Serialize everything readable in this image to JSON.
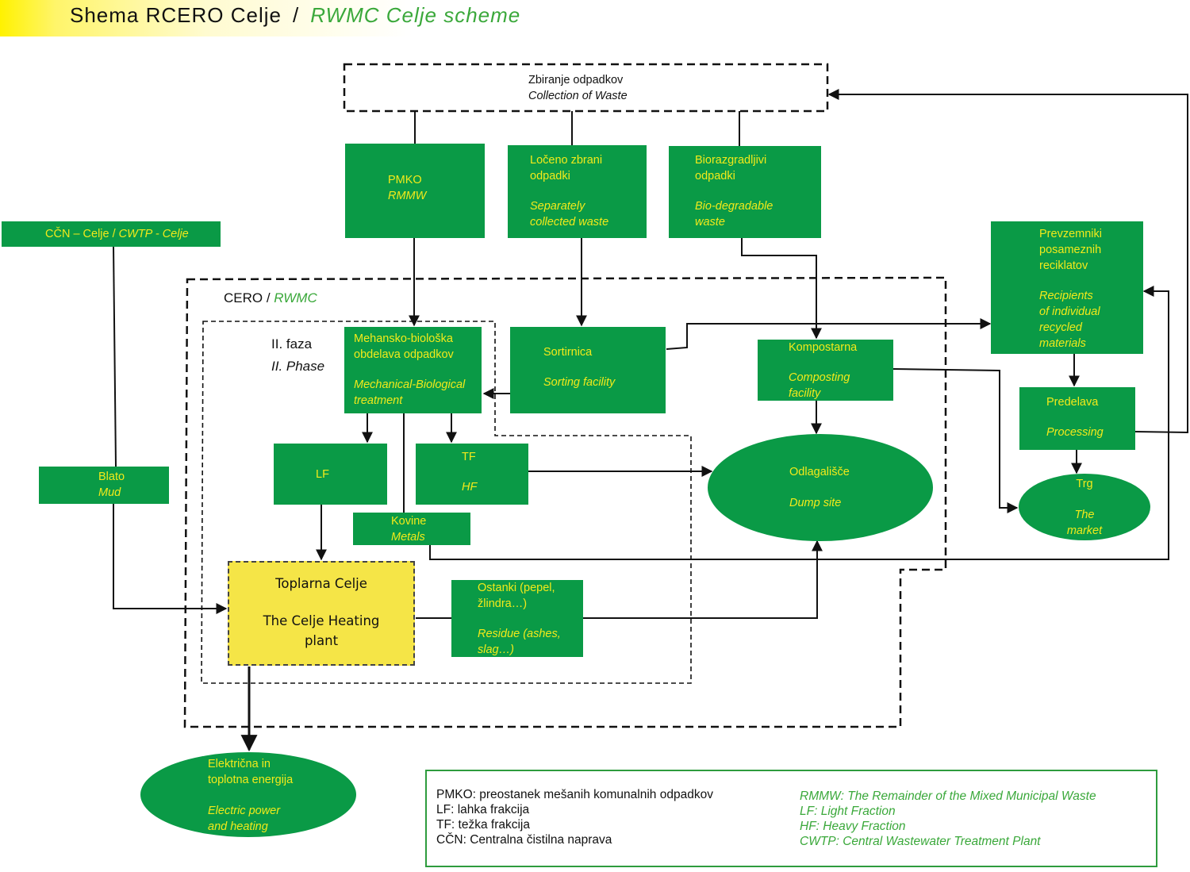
{
  "title": {
    "sl": "Shema  RCERO  Celje",
    "sep": "/",
    "en": "RWMC  Celje  scheme"
  },
  "colors": {
    "box_fill": "#0a9a46",
    "box_text": "#f2ea1a",
    "heating_fill": "#f5e547",
    "legend_border": "#2e9c3e",
    "english_text": "#3aa83a",
    "title_bar": "#fff200"
  },
  "collection": {
    "sl": "Zbiranje odpadkov",
    "en": "Collection of Waste"
  },
  "pmko": {
    "sl": "PMKO",
    "en": "RMMW"
  },
  "separate": {
    "sl1": "Ločeno zbrani",
    "sl2": "odpadki",
    "en1": "Separately",
    "en2": "collected waste"
  },
  "bio": {
    "sl1": "Biorazgradljivi",
    "sl2": "odpadki",
    "en1": "Bio-degradable",
    "en2": "waste"
  },
  "ccn": {
    "sl": "CČN – Celje / ",
    "en": "CWTP - Celje"
  },
  "cero": {
    "sl": "CERO / ",
    "en": "RWMC"
  },
  "phase": {
    "sl": "II. faza",
    "en": "II. Phase"
  },
  "mbt": {
    "sl1": "Mehansko-biološka",
    "sl2": "obdelava  odpadkov",
    "en1": "Mechanical-Biological",
    "en2": "treatment"
  },
  "sorting": {
    "sl": "Sortirnica",
    "en": "Sorting facility"
  },
  "compost": {
    "sl": "Kompostarna",
    "en1": "Composting",
    "en2": "facility"
  },
  "recipients": {
    "sl1": "Prevzemniki",
    "sl2": "posameznih",
    "sl3": "reciklatov",
    "en1": "Recipients",
    "en2": "of individual",
    "en3": "recycled",
    "en4": "materials"
  },
  "processing": {
    "sl": "Predelava",
    "en": "Processing"
  },
  "market": {
    "sl": "Trg",
    "en1": "The",
    "en2": "market"
  },
  "lf": {
    "sl": "LF"
  },
  "tf": {
    "sl": "TF",
    "en": "HF"
  },
  "metals": {
    "sl": "Kovine",
    "en": "Metals"
  },
  "dump": {
    "sl": "Odlagališče",
    "en": "Dump site"
  },
  "mud": {
    "sl": "Blato",
    "en": "Mud"
  },
  "heating": {
    "sl": "Toplarna Celje",
    "en1": "The Celje Heating",
    "en2": "plant"
  },
  "residue": {
    "sl1": "Ostanki (pepel,",
    "sl2": "žlindra…)",
    "en1": "Residue (ashes,",
    "en2": "slag…)"
  },
  "energy": {
    "sl1": "Električna in",
    "sl2": "toplotna energija",
    "en1": "Electric power",
    "en2": "and heating"
  },
  "legend": {
    "sl": [
      "PMKO:  preostanek mešanih komunalnih odpadkov",
      "LF: lahka frakcija",
      "TF: težka frakcija",
      "CČN: Centralna čistilna naprava"
    ],
    "en": [
      "RMMW:  The Remainder of the Mixed Municipal Waste",
      "LF: Light Fraction",
      "HF: Heavy Fraction",
      "CWTP: Central  Wastewater Treatment Plant"
    ]
  }
}
